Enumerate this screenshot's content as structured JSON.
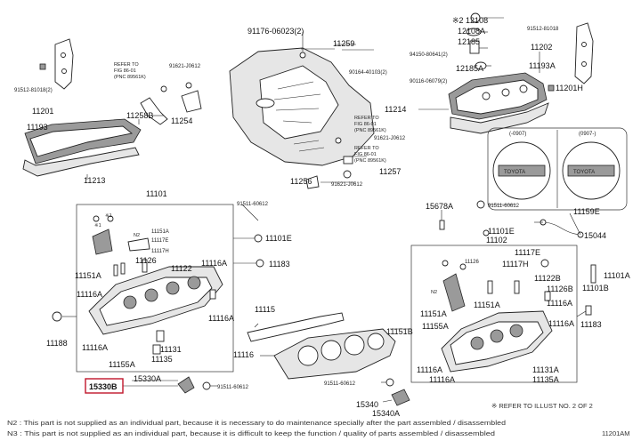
{
  "labels": {
    "l91176": "91176-06023(2)",
    "l11259": "11259",
    "l12108": "※2 12108",
    "l12108a": "12108A",
    "l12185": "12185",
    "l94150": "94150-80641(2)",
    "l12185a": "12185A",
    "l90116": "90116-06079(2)",
    "l91512a": "91512-81018",
    "l11202": "11202",
    "l11193a": "11193A",
    "l11201h": "11201H",
    "l91512b": "91512-81018(2)",
    "l91621a": "91621-J0612",
    "l11258b": "11258B",
    "l11254": "11254",
    "l11201": "11201",
    "l11193": "11193",
    "l11213": "11213",
    "l90164": "90164-40103(2)",
    "l11214": "11214",
    "l91621b": "91621-J0612",
    "l11257": "11257",
    "l11256": "11256",
    "l91621c": "91621-J0612",
    "l11101": "11101",
    "l91511a": "91511-60612",
    "l11101e": "11101E",
    "l11151a": "11151A",
    "l11117e": "11117E",
    "l11117h": "11117H",
    "l11126": "11126",
    "l11122": "11122",
    "l11151a2": "11151A",
    "l11116a": "11116A",
    "l11183": "11183",
    "l11116a2": "11116A",
    "l11116a3": "11116A",
    "l11188": "11188",
    "l11116a4": "11116A",
    "l11131": "11131",
    "l11135": "11135",
    "l11155a": "11155A",
    "l11115": "11115",
    "l11116": "11116",
    "l15678a": "15678A",
    "l91511b": "91511-60612",
    "l11101e2": "11101E",
    "l11102": "11102",
    "l11159e": "11159E",
    "l15044": "15044",
    "l11117e2": "11117E",
    "l11117h2": "11117H",
    "l11126b": "11126",
    "l11122b": "11122B",
    "l11126b2": "11126B",
    "l11101a": "11101A",
    "l11101b": "11101B",
    "l11116a5": "11116A",
    "l11151a3": "11151A",
    "l11155a2": "11155A",
    "l11151b": "11151B",
    "l11116a6": "11116A",
    "l11183b": "11183",
    "l11116a7": "11116A",
    "l11131a": "11131A",
    "l11135a": "11135A",
    "l11116a8": "11116A",
    "l15330a": "15330A",
    "l15330b": "15330B",
    "l91511c": "91511-60612",
    "l91511d": "91511-60612",
    "l15340": "15340",
    "l15340a": "15340A",
    "s1": "※1",
    "n2": "N2"
  },
  "small_texts": {
    "refer_a1": "REFER TO",
    "refer_a2": "FIG 86-01",
    "refer_a3": "(PNC 89561K)",
    "refer_b1": "REFER TO",
    "refer_b2": "FIG 86-01",
    "refer_b3": "(PNC 89561K)",
    "refer_c1": "REFER TO",
    "refer_c2": "FIG 86-01",
    "refer_c3": "(PNC 89561K)",
    "cap_left": "(-0907)",
    "cap_right": "(0907-)",
    "cap_brand_l": "TOYOTA",
    "cap_brand_r": "TOYOTA"
  },
  "notes": {
    "refer_illust": "※ REFER TO ILLUST NO. 2 OF 2",
    "n2_note": "N2 : This part is not supplied as an individual part, because it is necessary to do maintenance specially after the part assembled / disassembled",
    "n3_note": "N3 : This part is not supplied as an individual part, because it is difficult to keep the function / quality of parts assembled / disassembled",
    "fig_code": "11201AM"
  },
  "highlight": {
    "part": "15330B",
    "color": "#c0152a"
  }
}
